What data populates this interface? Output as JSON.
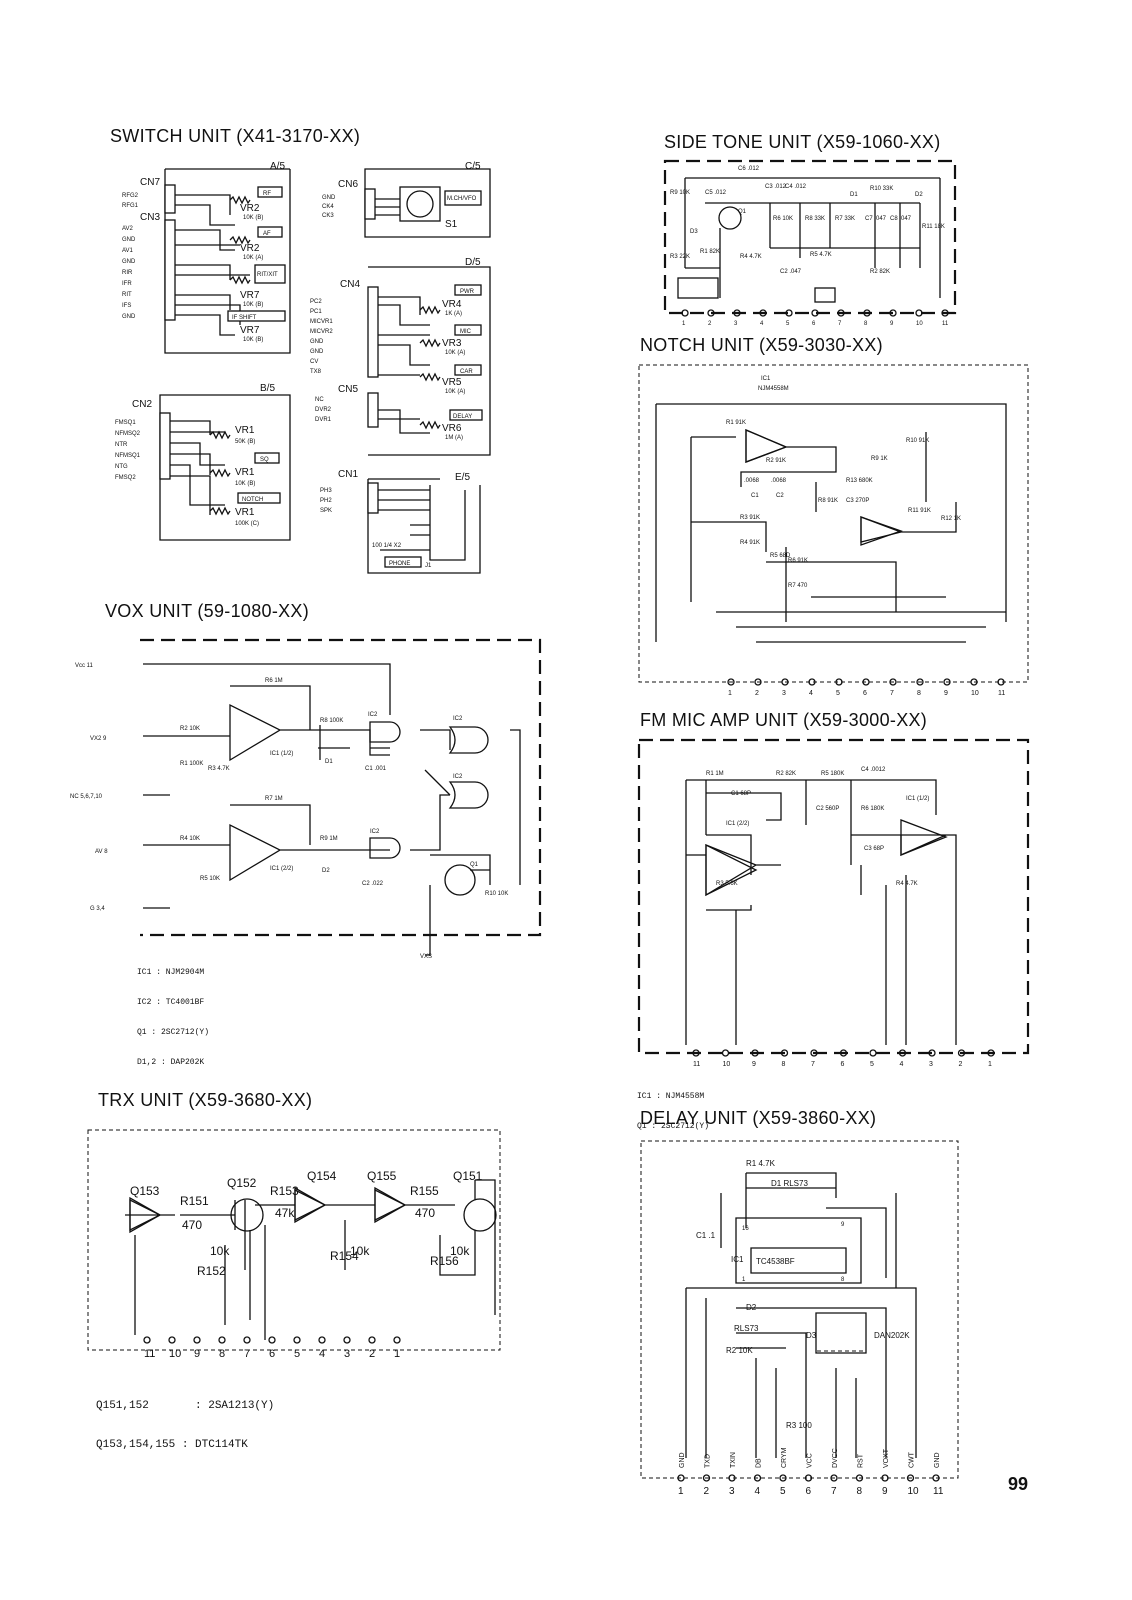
{
  "page_number": "99",
  "switch_unit": {
    "title": "SWITCH UNIT (X41-3170-XX)",
    "section_a": "A/5",
    "section_b": "B/5",
    "section_c": "C/5",
    "section_d": "D/5",
    "section_e": "E/5",
    "cn7": "CN7",
    "cn3": "CN3",
    "cn6": "CN6",
    "cn4": "CN4",
    "cn5": "CN5",
    "cn2": "CN2",
    "cn1": "CN1",
    "cn7_pins": [
      "RFG2",
      "RFG1"
    ],
    "cn3_pins": [
      "AV2",
      "GND",
      "AV1",
      "GND",
      "RIR",
      "IFR",
      "RIT",
      "IFS",
      "GND"
    ],
    "cn6_pins": [
      "GND",
      "CK4",
      "CK3"
    ],
    "cn4_pins": [
      "PC2",
      "PC1",
      "MICVR1",
      "MICVR2",
      "GND",
      "GND",
      "CV",
      "TX8"
    ],
    "cn5_pins": [
      "NC",
      "DVR2",
      "DVR1"
    ],
    "cn2_pins": [
      "FMSQ1",
      "NFMSQ2",
      "NTR",
      "NFMSQ1",
      "NTG",
      "FMSQ2"
    ],
    "cn1_pins": [
      "PH3",
      "PH2",
      "SPK"
    ],
    "a_labels": [
      "RF",
      "AF",
      "RIT/XIT",
      "IF SHIFT"
    ],
    "a_vrs": [
      "VR2",
      "VR2",
      "VR7",
      "VR7"
    ],
    "a_values": [
      "10K (B)",
      "10K (A)",
      "10K (B)",
      "10K (B)"
    ],
    "c_labels": [
      "M.CH/VFO",
      "S1"
    ],
    "d_labels": [
      "PWR",
      "MIC",
      "CAR",
      "DELAY"
    ],
    "d_vrs": [
      "VR4",
      "VR3",
      "VR5",
      "VR6"
    ],
    "d_values": [
      "1K (A)",
      "10K (A)",
      "10K (A)",
      "1M (A)"
    ],
    "b_labels": [
      "SQ",
      "NOTCH"
    ],
    "b_vrs": [
      "VR1",
      "VR1",
      "VR1"
    ],
    "b_values": [
      "50K (B)",
      "10K (B)",
      "100K (C)"
    ],
    "e_labels": [
      "J1",
      "PHONE",
      "100 1/4 X2"
    ]
  },
  "side_tone_unit": {
    "title": "SIDE TONE UNIT (X59-1060-XX)",
    "parts": [
      "C6 .012",
      "C3 .012",
      "C4 .012",
      "D1",
      "R10 33K",
      "D2",
      "R9 10K",
      "C5 .012",
      "Q1",
      "R6 10K",
      "R8 33K",
      "R7 33K",
      "C7 .047",
      "C8 .047",
      "R11 18K",
      "D3",
      "R1 82K",
      "R3 22K",
      "R4 4.7K",
      "C2 .047",
      "R5 4.7K",
      "R2 82K"
    ],
    "pins": [
      "1",
      "2",
      "3",
      "4",
      "5",
      "6",
      "7",
      "8",
      "9",
      "10",
      "11"
    ]
  },
  "notch_unit": {
    "title": "NOTCH UNIT (X59-3030-XX)",
    "ic": "IC1",
    "ic_name": "NJM4558M",
    "parts": [
      "R1 91K",
      "R2 91K",
      "R9 1K",
      "R10 91K",
      ".0068",
      ".0068",
      "C1",
      "C2",
      "R8 91K",
      "R13 680K",
      "C3 270P",
      "R11 91K",
      "R12 1K",
      "R3 91K",
      "R4 91K",
      "R5 68D",
      "R6 91K",
      "R7 470"
    ],
    "pins": [
      "1",
      "2",
      "3",
      "4",
      "5",
      "6",
      "7",
      "8",
      "9",
      "10",
      "11"
    ]
  },
  "vox_unit": {
    "title": "VOX UNIT (59-1080-XX)",
    "ports": [
      "Vcc 11",
      "VX2 9",
      "NC 5,6,7,10",
      "AV 8",
      "G 3,4",
      "VXS"
    ],
    "parts": [
      "R6 1M",
      "R2 10K",
      "R1 100K",
      "R3 4.7K",
      "IC1 (1/2)",
      "R8 100K",
      "D1",
      "C1 .001",
      "IC2",
      "IC2",
      "IC2",
      "R7 1M",
      "R4 10K",
      "R5 10K",
      "IC1 (2/2)",
      "R9 1M",
      "D2",
      "C2 .022",
      "IC2",
      "Q1",
      "R10 10K"
    ],
    "legend": [
      "IC1 : NJM2904M",
      "IC2 : TC4001BF",
      "Q1 : 2SC2712(Y)",
      "D1,2 : DAP202K"
    ]
  },
  "fm_mic_amp_unit": {
    "title": "FM MIC AMP UNIT (X59-3000-XX)",
    "parts": [
      "R1 1M",
      "R2 82K",
      "R5 180K",
      "C4 .0012",
      "C1 68P",
      "C2 560P",
      "R6 180K",
      "IC1 (1/2)",
      "IC1 (2/2)",
      "C3 68P",
      "R3 5.6K",
      "R4 4.7K"
    ],
    "pins": [
      "11",
      "10",
      "9",
      "8",
      "7",
      "6",
      "5",
      "4",
      "3",
      "2",
      "1"
    ],
    "legend": [
      "IC1 : NJM4558M",
      "Q1 : 2SC2712(Y)"
    ]
  },
  "trx_unit": {
    "title": "TRX UNIT (X59-3680-XX)",
    "parts": [
      "Q153",
      "R151",
      "470",
      "Q152",
      "R152",
      "10k",
      "R153",
      "47k",
      "Q154",
      "R154",
      "10k",
      "Q155",
      "R155",
      "470",
      "Q151",
      "R156",
      "10k"
    ],
    "pins": [
      "11",
      "10",
      "9",
      "8",
      "7",
      "6",
      "5",
      "4",
      "3",
      "2",
      "1"
    ],
    "legend": [
      "Q151,152       : 2SA1213(Y)",
      "Q153,154,155 : DTC114TK"
    ]
  },
  "delay_unit": {
    "title": "DELAY UNIT (X59-3860-XX)",
    "parts": [
      "R1 4.7K",
      "D1 RLS73",
      "C1 .1",
      "IC1",
      "TC4538BF",
      "16",
      "9",
      "1",
      "8",
      "D2",
      "RLS73",
      "R2 10K",
      "D3",
      "DAN202K",
      "R3 100"
    ],
    "pin_names": [
      "GND",
      "TXD",
      "TXIN",
      "DB",
      "CRYM",
      "VCC",
      "DVCC",
      "RST",
      "VOXT",
      "CWT",
      "GND"
    ],
    "pins": [
      "1",
      "2",
      "3",
      "4",
      "5",
      "6",
      "7",
      "8",
      "9",
      "10",
      "11"
    ]
  }
}
